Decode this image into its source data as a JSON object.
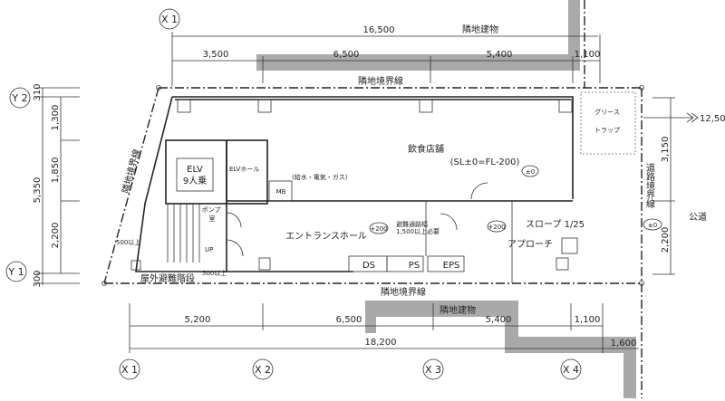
{
  "grid": {
    "x1": "X 1",
    "x2": "X 2",
    "x3": "X 3",
    "x4": "X 4",
    "y1": "Y 1",
    "y2": "Y 2"
  },
  "top_dims": {
    "total": "16,500",
    "d1": "3,500",
    "d2": "6,500",
    "d3": "5,400",
    "d4": "1,100"
  },
  "left_dims": {
    "d310": "310",
    "d1300": "1,300",
    "d1850": "1,850",
    "total": "5,350",
    "d2200": "2,200",
    "d300": "300"
  },
  "right_dims": {
    "d3150": "3,150",
    "d2200": "2,200",
    "arrow": "12,50"
  },
  "bottom_dims": {
    "d1": "5,200",
    "d2": "6,500",
    "d3": "5,400",
    "d4": "1,100",
    "total": "18,200",
    "d5": "1,600"
  },
  "labels": {
    "neighbor_building_top": "隣地建物",
    "neighbor_boundary_top": "隣地境界線",
    "neighbor_boundary_left": "隣地境界線",
    "neighbor_boundary_bottom": "隣地境界線",
    "neighbor_building_bottom": "隣地建物",
    "road_boundary": "道路境界線",
    "public_road": "公道",
    "restaurant": "飲食店舗",
    "restaurant_level": "(SL±0=FL-200)",
    "level_0a": "±0",
    "level_0b": "±0",
    "level_200a": "+200",
    "level_200b": "+200",
    "entrance_hall": "エントランスホール",
    "evac_width_1": "避難通路幅",
    "evac_width_2": "1,500以上必要",
    "ds": "DS",
    "ps": "PS",
    "eps": "EPS",
    "slope": "スロープ 1/25",
    "approach": "アプローチ",
    "elv": "ELV",
    "elv_capacity": "9人乗",
    "elv_hall": "ELVホール",
    "utilities": "(給水・電気・ガス)",
    "mb": "MB",
    "pump_room_1": "ポンプ",
    "pump_room_2": "室",
    "up": "UP",
    "outdoor_stair": "屋外避難階段",
    "min500a": "500以上",
    "min500b": "500以上",
    "grease_1": "グリース",
    "grease_2": "トラップ"
  }
}
